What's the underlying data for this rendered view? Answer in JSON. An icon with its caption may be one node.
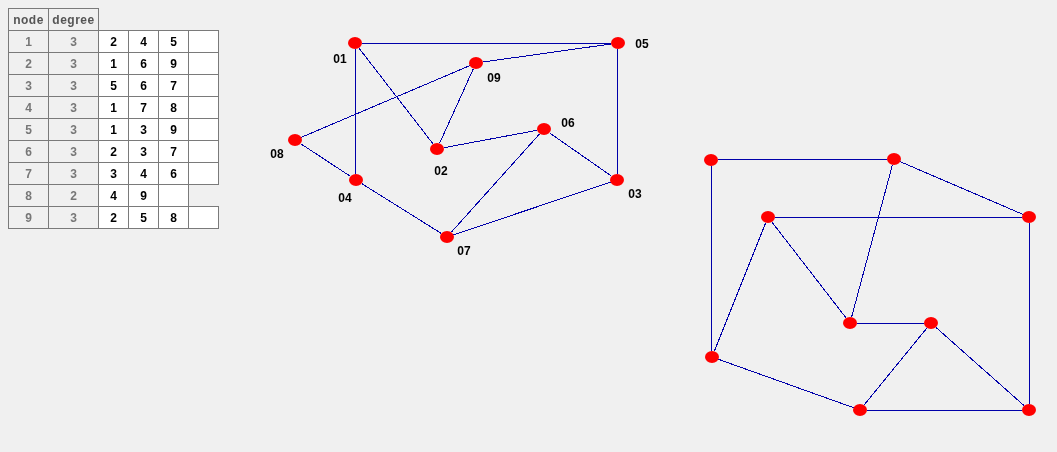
{
  "diagram": {
    "nodes": [
      {
        "text": [],
        "shape": "circle",
        "beside": [
          "01"
        ]
      },
      {
        "text": [],
        "shape": "circle",
        "beside": [
          "05"
        ]
      },
      {
        "text": [],
        "shape": "circle",
        "beside": [
          "09"
        ]
      },
      {
        "text": [],
        "shape": "circle",
        "beside": [
          "06"
        ]
      },
      {
        "text": [],
        "shape": "circle",
        "beside": [
          "08"
        ]
      },
      {
        "text": [],
        "shape": "circle",
        "beside": [
          "02"
        ]
      },
      {
        "text": [],
        "shape": "circle",
        "beside": [
          "04"
        ]
      },
      {
        "text": [],
        "shape": "circle",
        "beside": [
          "03"
        ]
      },
      {
        "text": [],
        "shape": "circle",
        "beside": [
          "07"
        ]
      },
      {
        "text": [],
        "shape": "circle"
      },
      {
        "text": [],
        "shape": "circle"
      },
      {
        "text": [],
        "shape": "circle"
      },
      {
        "text": [],
        "shape": "circle"
      },
      {
        "text": [],
        "shape": "circle"
      },
      {
        "text": [],
        "shape": "circle"
      },
      {
        "text": [],
        "shape": "circle"
      },
      {
        "text": [],
        "shape": "circle"
      },
      {
        "text": [],
        "shape": "circle"
      }
    ],
    "edges": [
      {
        "from": 0,
        "to": 5,
        "arrow": "none"
      },
      {
        "from": 0,
        "to": 6,
        "arrow": "none"
      },
      {
        "from": 0,
        "to": 1,
        "arrow": "none"
      },
      {
        "from": 5,
        "to": 3,
        "arrow": "none"
      },
      {
        "from": 5,
        "to": 2,
        "arrow": "none"
      },
      {
        "from": 7,
        "to": 1,
        "arrow": "none"
      },
      {
        "from": 7,
        "to": 3,
        "arrow": "none"
      },
      {
        "from": 7,
        "to": 8,
        "arrow": "none"
      },
      {
        "from": 6,
        "to": 8,
        "arrow": "none"
      },
      {
        "from": 6,
        "to": 4,
        "arrow": "none"
      },
      {
        "from": 4,
        "to": 2,
        "arrow": "none"
      },
      {
        "from": 2,
        "to": 1,
        "arrow": "none"
      },
      {
        "from": 3,
        "to": 8,
        "arrow": "none"
      },
      {
        "from": 9,
        "to": 10,
        "arrow": "none"
      },
      {
        "from": 9,
        "to": 15,
        "arrow": "none"
      },
      {
        "from": 10,
        "to": 12,
        "arrow": "none"
      },
      {
        "from": 10,
        "to": 13,
        "arrow": "none"
      },
      {
        "from": 11,
        "to": 12,
        "arrow": "none"
      },
      {
        "from": 11,
        "to": 13,
        "arrow": "none"
      },
      {
        "from": 11,
        "to": 15,
        "arrow": "none"
      },
      {
        "from": 13,
        "to": 14,
        "arrow": "none"
      },
      {
        "from": 14,
        "to": 16,
        "arrow": "none"
      },
      {
        "from": 14,
        "to": 17,
        "arrow": "none"
      },
      {
        "from": 12,
        "to": 17,
        "arrow": "none"
      },
      {
        "from": 15,
        "to": 16,
        "arrow": "none"
      },
      {
        "from": 16,
        "to": 17,
        "arrow": "none"
      }
    ],
    "labels": [
      "node",
      "degree",
      "1",
      "3",
      "2",
      "4",
      "5",
      "2",
      "3",
      "1",
      "6",
      "9",
      "3",
      "3",
      "5",
      "6",
      "7",
      "4",
      "3",
      "1",
      "7",
      "8",
      "5",
      "3",
      "1",
      "3",
      "9",
      "6",
      "3",
      "2",
      "3",
      "7",
      "7",
      "3",
      "3",
      "4",
      "6",
      "8",
      "2",
      "4",
      "9",
      "9",
      "3",
      "2",
      "5",
      "8"
    ]
  }
}
